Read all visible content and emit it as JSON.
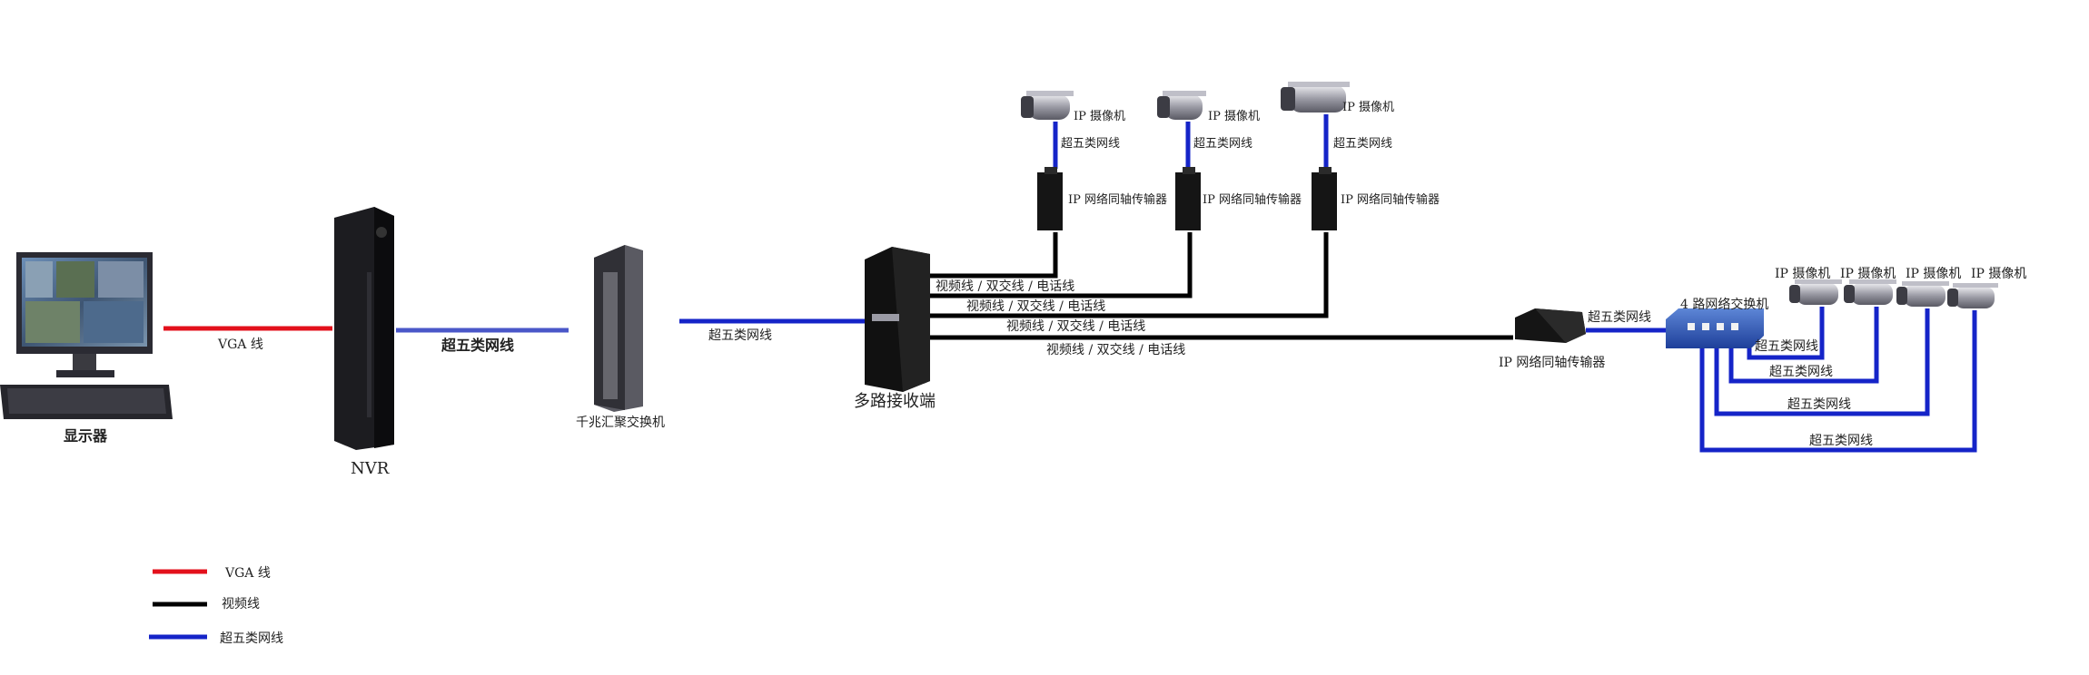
{
  "colors": {
    "vga": "#e3101c",
    "video": "#000000",
    "cat5e": "#1524c8",
    "cat5e_light": "#4a57c8",
    "device_dark": "#1a1a1a"
  },
  "devices": {
    "monitor": "显示器",
    "nvr": "NVR",
    "core_switch": "千兆汇聚交换机",
    "multi_receiver": "多路接收端",
    "remote_transmitter": "IP 网络同轴传输器",
    "poe_switch": "4 路网络交换机"
  },
  "links": {
    "vga": "VGA 线",
    "nvr_switch": "超五类网线",
    "switch_receiver": "超五类网线",
    "trans_to_poe": "超五类网线"
  },
  "receiver_lines": [
    "视频线 / 双交线 / 电话线",
    "视频线 / 双交线 / 电话线",
    "视频线 / 双交线 / 电话线",
    "视频线 / 双交线 / 电话线"
  ],
  "top_cameras": [
    {
      "camera": "IP 摄像机",
      "cable": "超五类网线",
      "transmitter": "IP 网络同轴传输器"
    },
    {
      "camera": "IP 摄像机",
      "cable": "超五类网线",
      "transmitter": "IP 网络同轴传输器"
    },
    {
      "camera": "IP 摄像机",
      "cable": "超五类网线",
      "transmitter": "IP 网络同轴传输器"
    }
  ],
  "right_cameras": [
    "IP 摄像机",
    "IP 摄像机",
    "IP 摄像机",
    "IP 摄像机"
  ],
  "right_cables": [
    "超五类网线",
    "超五类网线",
    "超五类网线",
    "超五类网线"
  ],
  "legend": [
    {
      "label": "VGA 线",
      "color": "#e3101c"
    },
    {
      "label": "视频线",
      "color": "#000000"
    },
    {
      "label": "超五类网线",
      "color": "#1524c8"
    }
  ]
}
